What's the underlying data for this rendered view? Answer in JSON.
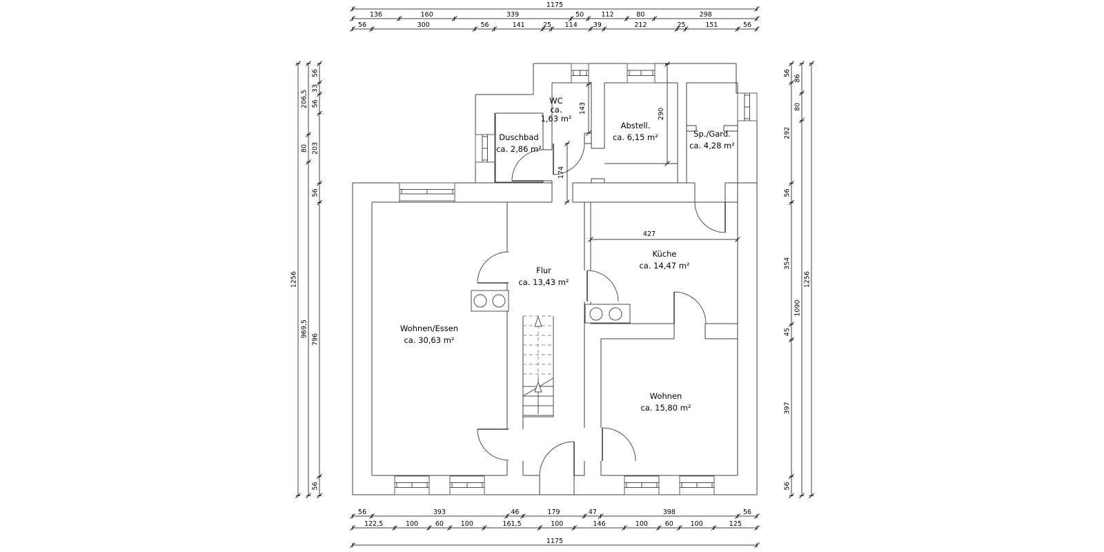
{
  "drawing": {
    "type": "floor-plan",
    "language": "de",
    "background": "#ffffff",
    "line_color": "#3c3c3c",
    "text_color": "#000000"
  },
  "rooms": [
    {
      "id": "wc",
      "lines": [
        "WC",
        "ca.",
        "1,63 m²"
      ]
    },
    {
      "id": "duschbad",
      "lines": [
        "Duschbad",
        "ca. 2,86 m²"
      ]
    },
    {
      "id": "abstell",
      "lines": [
        "Abstell.",
        "ca. 6,15 m²"
      ]
    },
    {
      "id": "sp-gard",
      "lines": [
        "Sp./Gard.",
        "ca. 4,28 m²"
      ]
    },
    {
      "id": "kueche",
      "lines": [
        "Küche",
        "ca. 14,47 m²"
      ]
    },
    {
      "id": "flur",
      "lines": [
        "Flur",
        "ca. 13,43 m²"
      ]
    },
    {
      "id": "wohnen-essen",
      "lines": [
        "Wohnen/Essen",
        "ca. 30,63 m²"
      ]
    },
    {
      "id": "wohnen",
      "lines": [
        "Wohnen",
        "ca. 15,80 m²"
      ]
    }
  ],
  "dimension_chains": {
    "top_total": [
      "1175"
    ],
    "top_major": [
      "136",
      "160",
      "339",
      "50",
      "112",
      "80",
      "298"
    ],
    "top_minor": [
      "56",
      "300",
      "56",
      "141",
      "25",
      "114",
      "39",
      "212",
      "25",
      "151",
      "56"
    ],
    "bottom_major": [
      "56",
      "393",
      "46",
      "179",
      "47",
      "398",
      "56"
    ],
    "bottom_minor": [
      "122,5",
      "100",
      "60",
      "100",
      "161,5",
      "100",
      "146",
      "100",
      "60",
      "100",
      "125"
    ],
    "bottom_total": [
      "1175"
    ],
    "left_total": [
      "1256"
    ],
    "left_major": [
      "206,5",
      "80",
      "969,5"
    ],
    "left_minor": [
      "56",
      "33",
      "56",
      "203",
      "56",
      "796",
      "56"
    ],
    "right_minor": [
      "56",
      "292",
      "56",
      "354",
      "45",
      "397",
      "56"
    ],
    "right_major": [
      "86",
      "80",
      "1090"
    ],
    "right_total": [
      "1256"
    ]
  },
  "interior_dimensions": [
    {
      "id": "wc-height",
      "label": "143"
    },
    {
      "id": "abstell-height",
      "label": "290"
    },
    {
      "id": "neck-height",
      "label": "174"
    },
    {
      "id": "kueche-width",
      "label": "427"
    }
  ]
}
